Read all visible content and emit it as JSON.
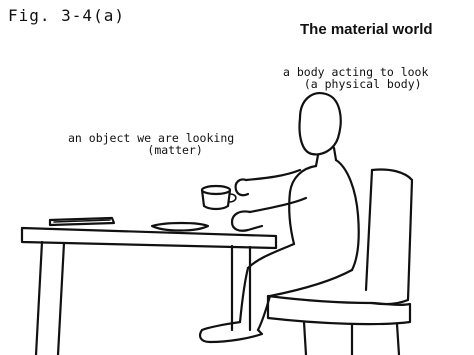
{
  "figure_label": "Fig. 3-4(a)",
  "title": "The material world",
  "labels": {
    "body": {
      "line1": "a body acting to look",
      "line2": "(a physical body)"
    },
    "object": {
      "line1": "an object we are looking",
      "line2": "(matter)"
    }
  },
  "ink_color": "#111111",
  "background_color": "#ffffff"
}
